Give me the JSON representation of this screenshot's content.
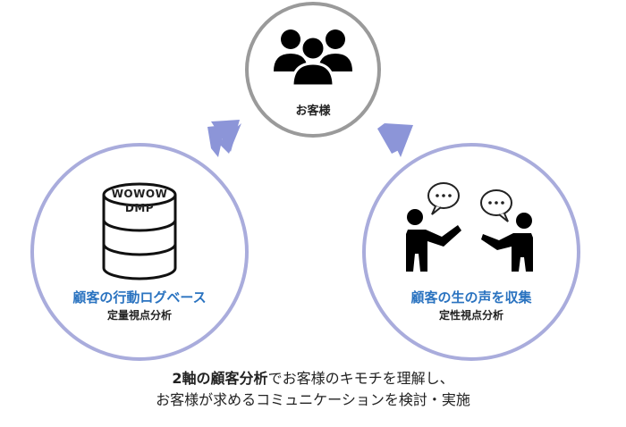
{
  "customer": {
    "label": "お客様",
    "icon": "people-group-icon"
  },
  "left": {
    "db_line1": "WOWOW",
    "db_line2": "DMP",
    "title": "顧客の行動ログベース",
    "subtitle": "定量視点分析",
    "icon": "database-icon"
  },
  "right": {
    "title": "顧客の生の声を収集",
    "subtitle": "定性視点分析",
    "icon": "conversation-icon"
  },
  "caption": {
    "line1_bold": "2軸の顧客分析",
    "line1_rest": "でお客様のキモチを理解し、",
    "line2": "お客様が求めるコミュニケーションを検討・実施"
  },
  "colors": {
    "circle_top_border": "#9a9a9a",
    "circle_side_border": "#a9acdc",
    "arrow": "#8c95d8",
    "title_blue": "#2a73c0"
  }
}
